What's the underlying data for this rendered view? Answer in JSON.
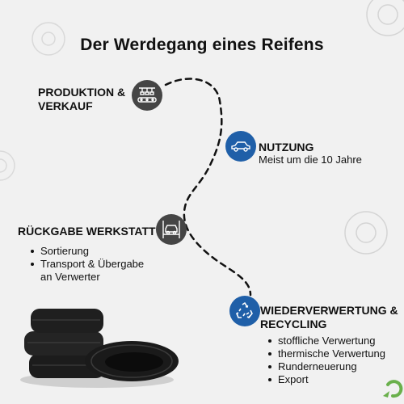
{
  "title": "Der Werdegang eines Reifens",
  "colors": {
    "background": "#f1f1f1",
    "accent_blue": "#1f5fa8",
    "dark_icon": "#454545",
    "logo_green": "#6ab04c"
  },
  "steps": [
    {
      "label_line1": "PRODUKTION &",
      "label_line2": "VERKAUF",
      "icon": "factory-icon"
    },
    {
      "label": "NUTZUNG",
      "sub": "Meist um die 10 Jahre",
      "icon": "car-icon"
    },
    {
      "label": "RÜCKGABE WERKSTATT",
      "icon": "car-lift-icon",
      "bullets": [
        "Sortierung",
        "Transport & Übergabe",
        "an Verwerter"
      ]
    },
    {
      "label_line1": "WIEDERVERWERTUNG &",
      "label_line2": "RECYCLING",
      "icon": "recycle-icon",
      "bullets": [
        "stoffliche Verwertung",
        "thermische Verwertung",
        "Runderneuerung",
        "Export"
      ]
    }
  ],
  "decor": {
    "tire_stack_icon": "tire-stack-image",
    "watermark_icon": "tire-outline-icon",
    "logo_icon": "brand-logo-icon"
  }
}
